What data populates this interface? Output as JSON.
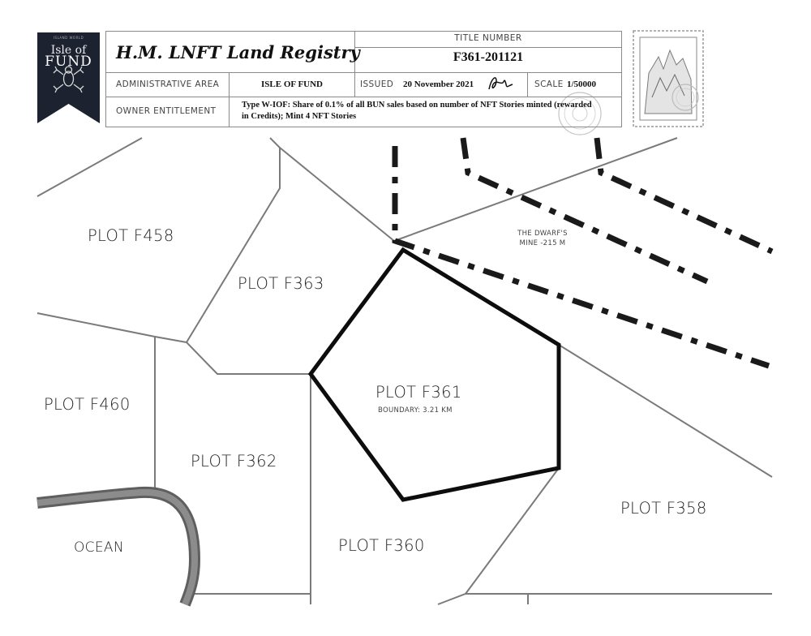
{
  "badge": {
    "top_text": "ISLAND WORLD",
    "line1": "Isle of",
    "line2": "FUND"
  },
  "header": {
    "registry_title": "H.M. LNFT Land Registry",
    "title_number_label": "TITLE NUMBER",
    "title_number": "F361-201121",
    "admin_area_label": "ADMINISTRATIVE AREA",
    "admin_area": "ISLE OF FUND",
    "issued_label": "ISSUED",
    "issued": "20 November 2021",
    "scale_label": "SCALE",
    "scale": "1/50000",
    "owner_label": "OWNER ENTITLEMENT",
    "owner_entitlement": "Type W-IOF: Share of 0.1% of all BUN sales based on number of NFT Stories minted (rewarded in Credits); Mint 4 NFT Stories"
  },
  "map": {
    "plots": {
      "f458": "PLOT F458",
      "f363": "PLOT F363",
      "f460": "PLOT F460",
      "f362": "PLOT F362",
      "f361": "PLOT F361",
      "f360": "PLOT F360",
      "f358": "PLOT F358"
    },
    "boundary": "BOUNDARY: 3.21 KM",
    "mine_line1": "THE DWARF'S",
    "mine_line2": "MINE -215 M",
    "ocean": "OCEAN"
  },
  "colors": {
    "badge_bg": "#1c2230",
    "line_gray": "#7a7a7a",
    "ocean_outline": "#6e6e6e"
  }
}
